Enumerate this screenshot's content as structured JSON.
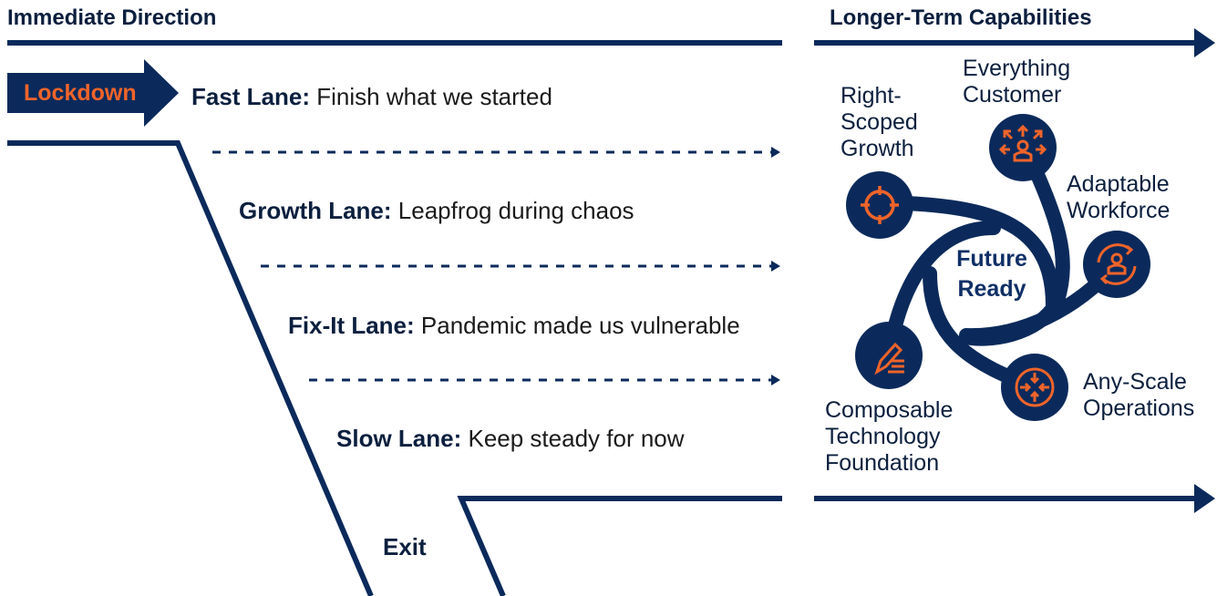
{
  "headers": {
    "left": "Immediate Direction",
    "right": "Longer-Term Capabilities"
  },
  "lockdown_label": "Lockdown",
  "lanes": [
    {
      "name": "Fast Lane:",
      "desc": "Finish what we started"
    },
    {
      "name": "Growth Lane:",
      "desc": "Leapfrog during chaos"
    },
    {
      "name": "Fix-It Lane:",
      "desc": "Pandemic made us vulnerable"
    },
    {
      "name": "Slow Lane:",
      "desc": "Keep steady for now"
    }
  ],
  "exit_label": "Exit",
  "center": {
    "line1": "Future",
    "line2": "Ready"
  },
  "capabilities": [
    {
      "lines": [
        "Right-",
        "Scoped",
        "Growth"
      ],
      "icon": "target-icon"
    },
    {
      "lines": [
        "Everything",
        "Customer"
      ],
      "icon": "customer-arrows-icon"
    },
    {
      "lines": [
        "Adaptable",
        "Workforce"
      ],
      "icon": "person-cycle-icon"
    },
    {
      "lines": [
        "Any-Scale",
        "Operations"
      ],
      "icon": "scale-arrows-icon"
    },
    {
      "lines": [
        "Composable",
        "Technology",
        "Foundation"
      ],
      "icon": "pencil-list-icon"
    }
  ],
  "colors": {
    "navy": "#0b2a5b",
    "orange": "#f0642a",
    "text": "#1a1a1a"
  }
}
